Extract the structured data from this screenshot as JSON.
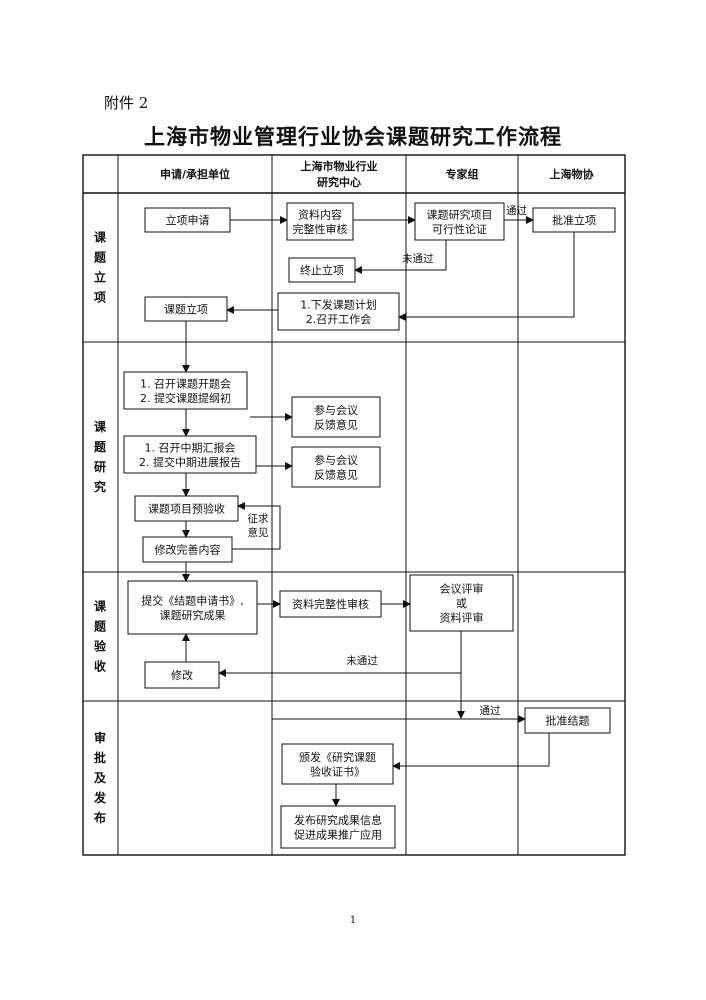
{
  "document": {
    "attachment_label": "附件 2",
    "title": "上海市物业管理行业协会课题研究工作流程",
    "page_number": "1"
  },
  "columns": [
    {
      "id": "col-applicant",
      "lines": [
        "申请/承担单位"
      ]
    },
    {
      "id": "col-research-center",
      "lines": [
        "上海市物业行业",
        "研究中心"
      ]
    },
    {
      "id": "col-expert",
      "lines": [
        "专家组"
      ]
    },
    {
      "id": "col-association",
      "lines": [
        "上海物协"
      ]
    }
  ],
  "phases": [
    {
      "id": "phase-initiation",
      "label": "课题立项"
    },
    {
      "id": "phase-research",
      "label": "课题研究"
    },
    {
      "id": "phase-acceptance",
      "label": "课题验收"
    },
    {
      "id": "phase-approval",
      "label": "审批及发布"
    }
  ],
  "nodes": [
    {
      "id": "apply",
      "lines": [
        "立项申请"
      ]
    },
    {
      "id": "integrity-review",
      "lines": [
        "资料内容",
        "完整性审核"
      ]
    },
    {
      "id": "feasibility",
      "lines": [
        "课题研究项目",
        "可行性论证"
      ]
    },
    {
      "id": "approve-project",
      "lines": [
        "批准立项"
      ]
    },
    {
      "id": "terminate",
      "lines": [
        "终止立项"
      ]
    },
    {
      "id": "issue-plan",
      "lines": [
        "1.下发课题计划",
        "2.召开工作会"
      ]
    },
    {
      "id": "project-established",
      "lines": [
        "课题立项"
      ]
    },
    {
      "id": "kickoff",
      "lines": [
        "1. 召开课题开题会",
        "2. 提交课题提纲初"
      ]
    },
    {
      "id": "feedback-1",
      "lines": [
        "参与会议",
        "反馈意见"
      ]
    },
    {
      "id": "midterm",
      "lines": [
        "1. 召开中期汇报会",
        "2. 提交中期进展报告"
      ]
    },
    {
      "id": "feedback-2",
      "lines": [
        "参与会议",
        "反馈意见"
      ]
    },
    {
      "id": "pre-acceptance",
      "lines": [
        "课题项目预验收"
      ]
    },
    {
      "id": "revise-content",
      "lines": [
        "修改完善内容"
      ]
    },
    {
      "id": "submit-closure",
      "lines": [
        "提交《结题申请书》,",
        "课题研究成果"
      ]
    },
    {
      "id": "doc-integrity",
      "lines": [
        "资料完整性审核"
      ]
    },
    {
      "id": "meeting-review",
      "lines": [
        "会议评审",
        "或",
        "资料评审"
      ]
    },
    {
      "id": "modify",
      "lines": [
        "修改"
      ]
    },
    {
      "id": "approve-closure",
      "lines": [
        "批准结题"
      ]
    },
    {
      "id": "issue-certificate",
      "lines": [
        "颁发《研究课题",
        "验收证书》"
      ]
    },
    {
      "id": "publish",
      "lines": [
        "发布研究成果信息",
        "促进成果推广应用"
      ]
    }
  ],
  "edges": [
    {
      "from": "apply",
      "to": "integrity-review",
      "label": ""
    },
    {
      "from": "integrity-review",
      "to": "feasibility",
      "label": ""
    },
    {
      "from": "feasibility",
      "to": "approve-project",
      "label": "通过"
    },
    {
      "from": "feasibility",
      "to": "terminate",
      "label": "未通过"
    },
    {
      "from": "approve-project",
      "to": "issue-plan",
      "label": ""
    },
    {
      "from": "issue-plan",
      "to": "project-established",
      "label": ""
    },
    {
      "from": "project-established",
      "to": "kickoff",
      "label": ""
    },
    {
      "from": "kickoff",
      "to": "feedback-1",
      "label": ""
    },
    {
      "from": "kickoff",
      "to": "midterm",
      "label": ""
    },
    {
      "from": "midterm",
      "to": "feedback-2",
      "label": ""
    },
    {
      "from": "midterm",
      "to": "pre-acceptance",
      "label": ""
    },
    {
      "from": "pre-acceptance",
      "to": "revise-content",
      "label": ""
    },
    {
      "from": "revise-content",
      "to": "pre-acceptance",
      "label": "征求意见"
    },
    {
      "from": "revise-content",
      "to": "submit-closure",
      "label": ""
    },
    {
      "from": "submit-closure",
      "to": "doc-integrity",
      "label": ""
    },
    {
      "from": "doc-integrity",
      "to": "meeting-review",
      "label": ""
    },
    {
      "from": "meeting-review",
      "to": "modify",
      "label": "未通过"
    },
    {
      "from": "modify",
      "to": "submit-closure",
      "label": ""
    },
    {
      "from": "meeting-review",
      "to": "approve-closure",
      "label": "通过"
    },
    {
      "from": "approve-closure",
      "to": "issue-certificate",
      "label": ""
    },
    {
      "from": "issue-certificate",
      "to": "publish",
      "label": ""
    }
  ]
}
